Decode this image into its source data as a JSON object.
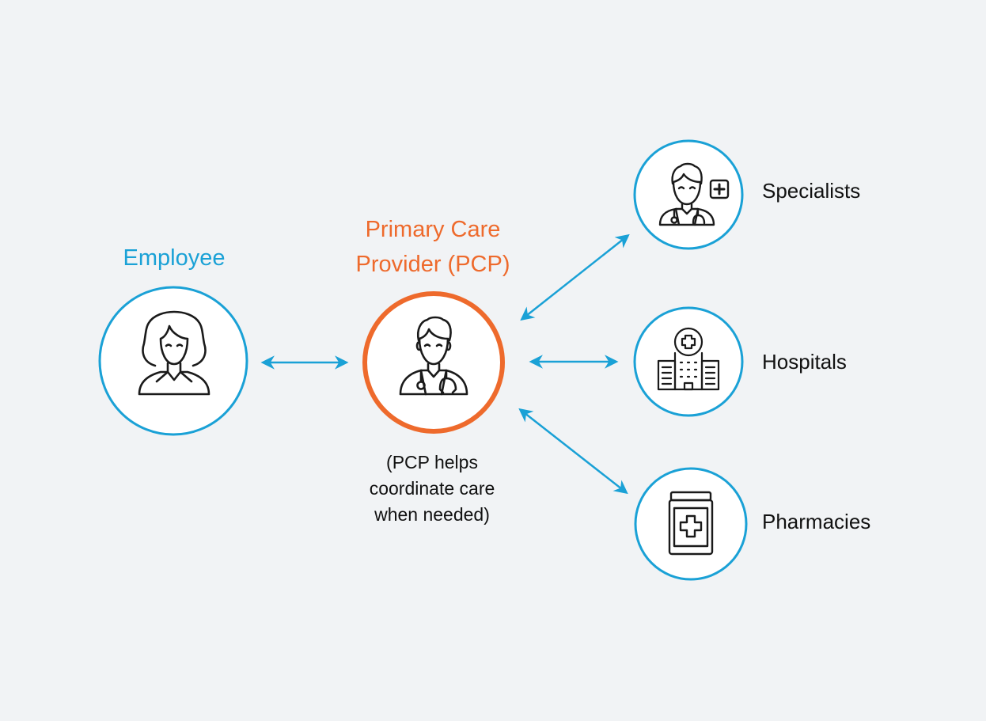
{
  "colors": {
    "background": "#f1f3f5",
    "blue": "#1aa1d6",
    "orange": "#ee6a2c",
    "text": "#111111",
    "icon_stroke": "#1a1a1a"
  },
  "employee": {
    "title": "Employee",
    "icon": "woman-user-icon"
  },
  "pcp": {
    "title_line1": "Primary Care",
    "title_line2": "Provider (PCP)",
    "note_line1": "(PCP helps",
    "note_line2": "coordinate care",
    "note_line3": "when needed)",
    "icon": "doctor-icon"
  },
  "network": [
    {
      "key": "specialists",
      "label": "Specialists",
      "icon": "specialist-doctor-icon"
    },
    {
      "key": "hospitals",
      "label": "Hospitals",
      "icon": "hospital-building-icon"
    },
    {
      "key": "pharmacies",
      "label": "Pharmacies",
      "icon": "medicine-jar-icon"
    }
  ]
}
